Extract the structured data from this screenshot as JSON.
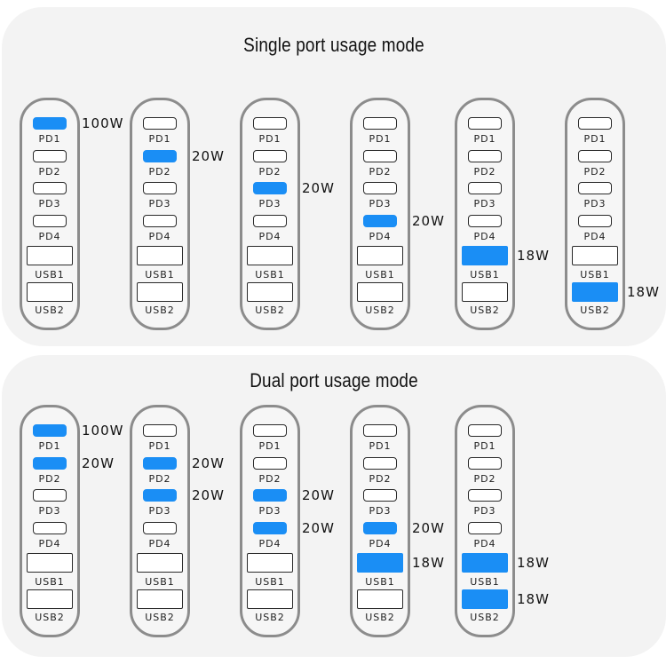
{
  "sections": [
    {
      "title": "Single port usage mode",
      "configs": [
        {
          "active": [
            "PD1"
          ],
          "watts": [
            {
              "port": "PD1",
              "label": "100W"
            }
          ]
        },
        {
          "active": [
            "PD2"
          ],
          "watts": [
            {
              "port": "PD2",
              "label": "20W"
            }
          ]
        },
        {
          "active": [
            "PD3"
          ],
          "watts": [
            {
              "port": "PD3",
              "label": "20W"
            }
          ]
        },
        {
          "active": [
            "PD4"
          ],
          "watts": [
            {
              "port": "PD4",
              "label": "20W"
            }
          ]
        },
        {
          "active": [
            "USB1"
          ],
          "watts": [
            {
              "port": "USB1",
              "label": "18W"
            }
          ]
        },
        {
          "active": [
            "USB2"
          ],
          "watts": [
            {
              "port": "USB2",
              "label": "18W"
            }
          ]
        }
      ]
    },
    {
      "title": "Dual port usage mode",
      "configs": [
        {
          "active": [
            "PD1",
            "PD2"
          ],
          "watts": [
            {
              "port": "PD1",
              "label": "100W"
            },
            {
              "port": "PD2",
              "label": "20W"
            }
          ]
        },
        {
          "active": [
            "PD2",
            "PD3"
          ],
          "watts": [
            {
              "port": "PD2",
              "label": "20W"
            },
            {
              "port": "PD3",
              "label": "20W"
            }
          ]
        },
        {
          "active": [
            "PD3",
            "PD4"
          ],
          "watts": [
            {
              "port": "PD3",
              "label": "20W"
            },
            {
              "port": "PD4",
              "label": "20W"
            }
          ]
        },
        {
          "active": [
            "PD4",
            "USB1"
          ],
          "watts": [
            {
              "port": "PD4",
              "label": "20W"
            },
            {
              "port": "USB1",
              "label": "18W"
            }
          ]
        },
        {
          "active": [
            "USB1",
            "USB2"
          ],
          "watts": [
            {
              "port": "USB1",
              "label": "18W"
            },
            {
              "port": "USB2",
              "label": "18W"
            }
          ]
        }
      ]
    }
  ],
  "port_labels": [
    "PD1",
    "PD2",
    "PD3",
    "PD4",
    "USB1",
    "USB2"
  ],
  "colors": {
    "active_port": "#1a8ef5",
    "panel": "#f3f3f3",
    "charger_border": "#8c8c8c"
  }
}
